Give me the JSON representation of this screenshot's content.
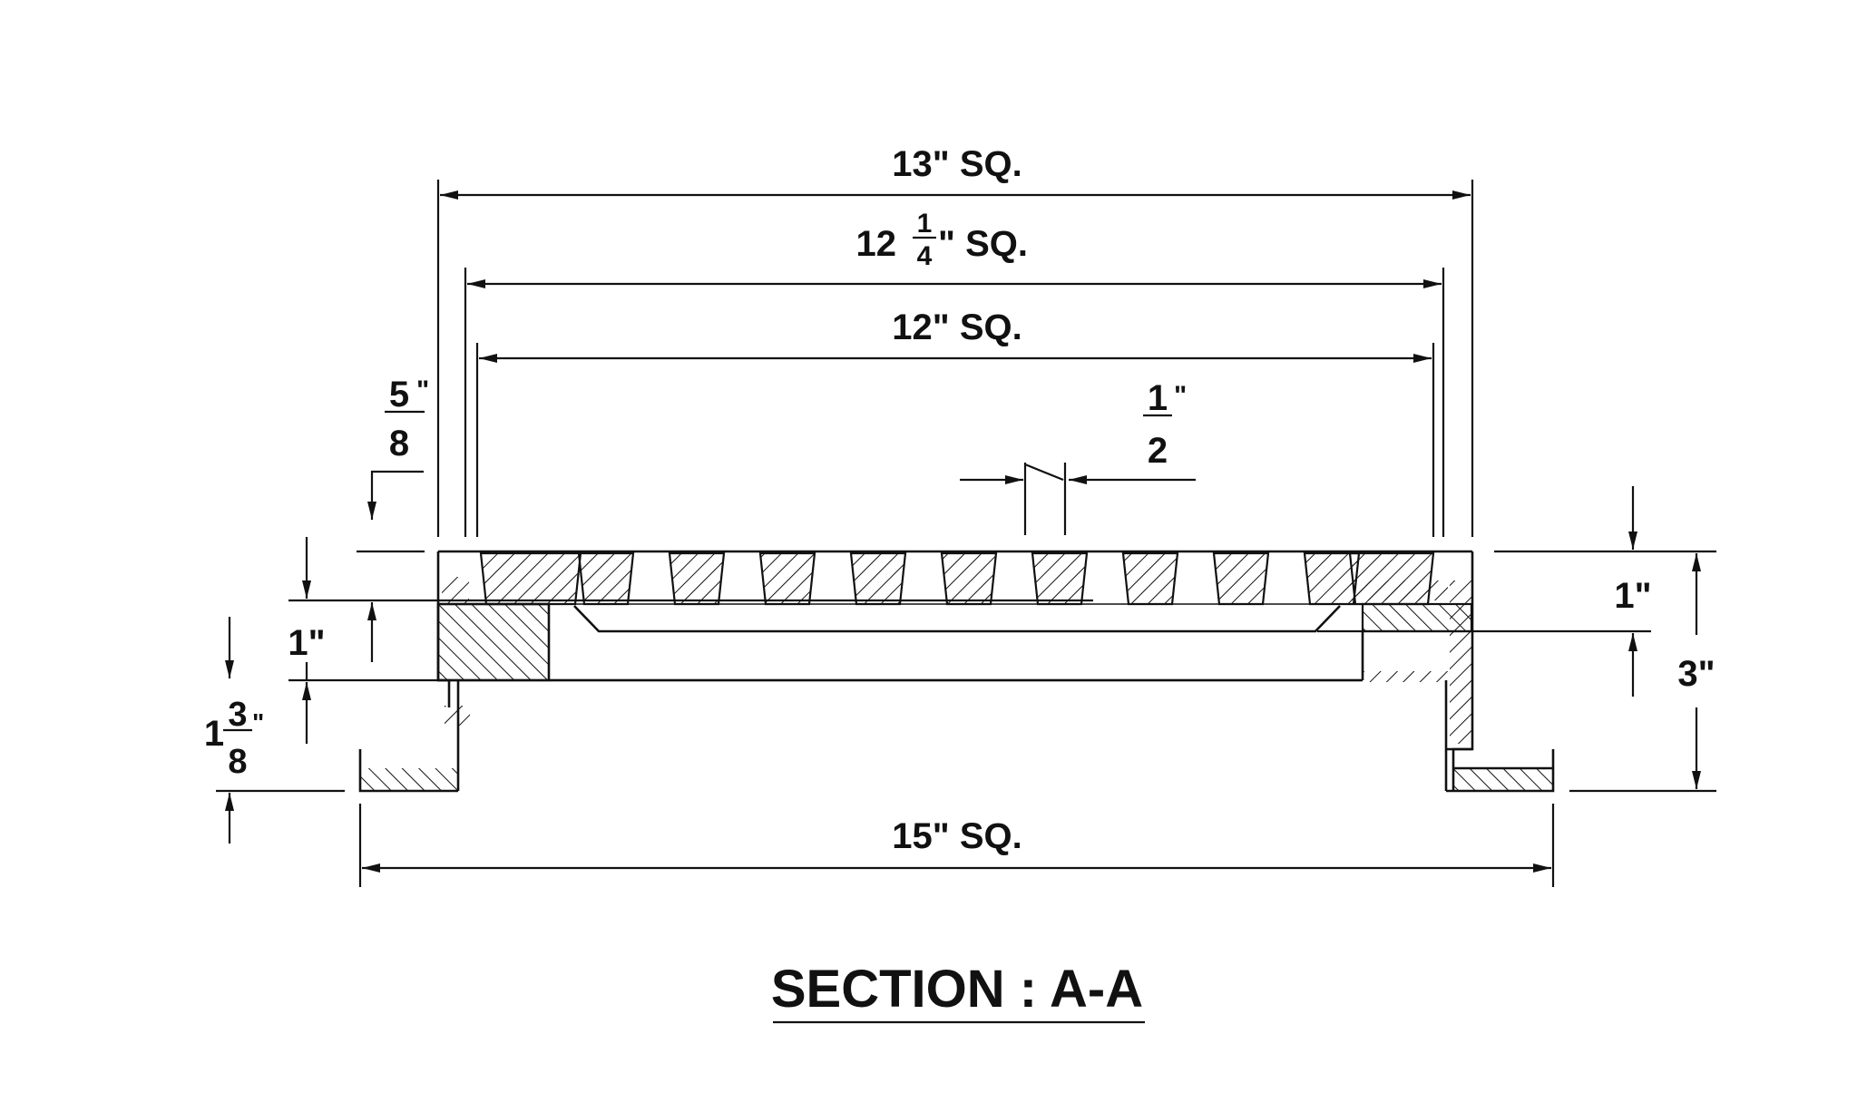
{
  "dimensions": {
    "overall_13": "13\" SQ.",
    "frame_12q_whole": "12",
    "frame_12q_num": "1",
    "frame_12q_den": "4",
    "frame_12q_unit": "\" SQ.",
    "grate_12": "12\" SQ.",
    "base_15": "15\" SQ.",
    "lip_num": "5",
    "lip_den": "8",
    "lip_unit": "\"",
    "bar_num": "1",
    "bar_den": "2",
    "bar_unit": "\"",
    "left_1": "1\"",
    "right_1": "1\"",
    "flange_whole": "1",
    "flange_num": "3",
    "flange_den": "8",
    "flange_unit": "\"",
    "total_3": "3\""
  },
  "title": "SECTION : A-A",
  "colors": {
    "line": "#111111",
    "background": "#ffffff"
  }
}
